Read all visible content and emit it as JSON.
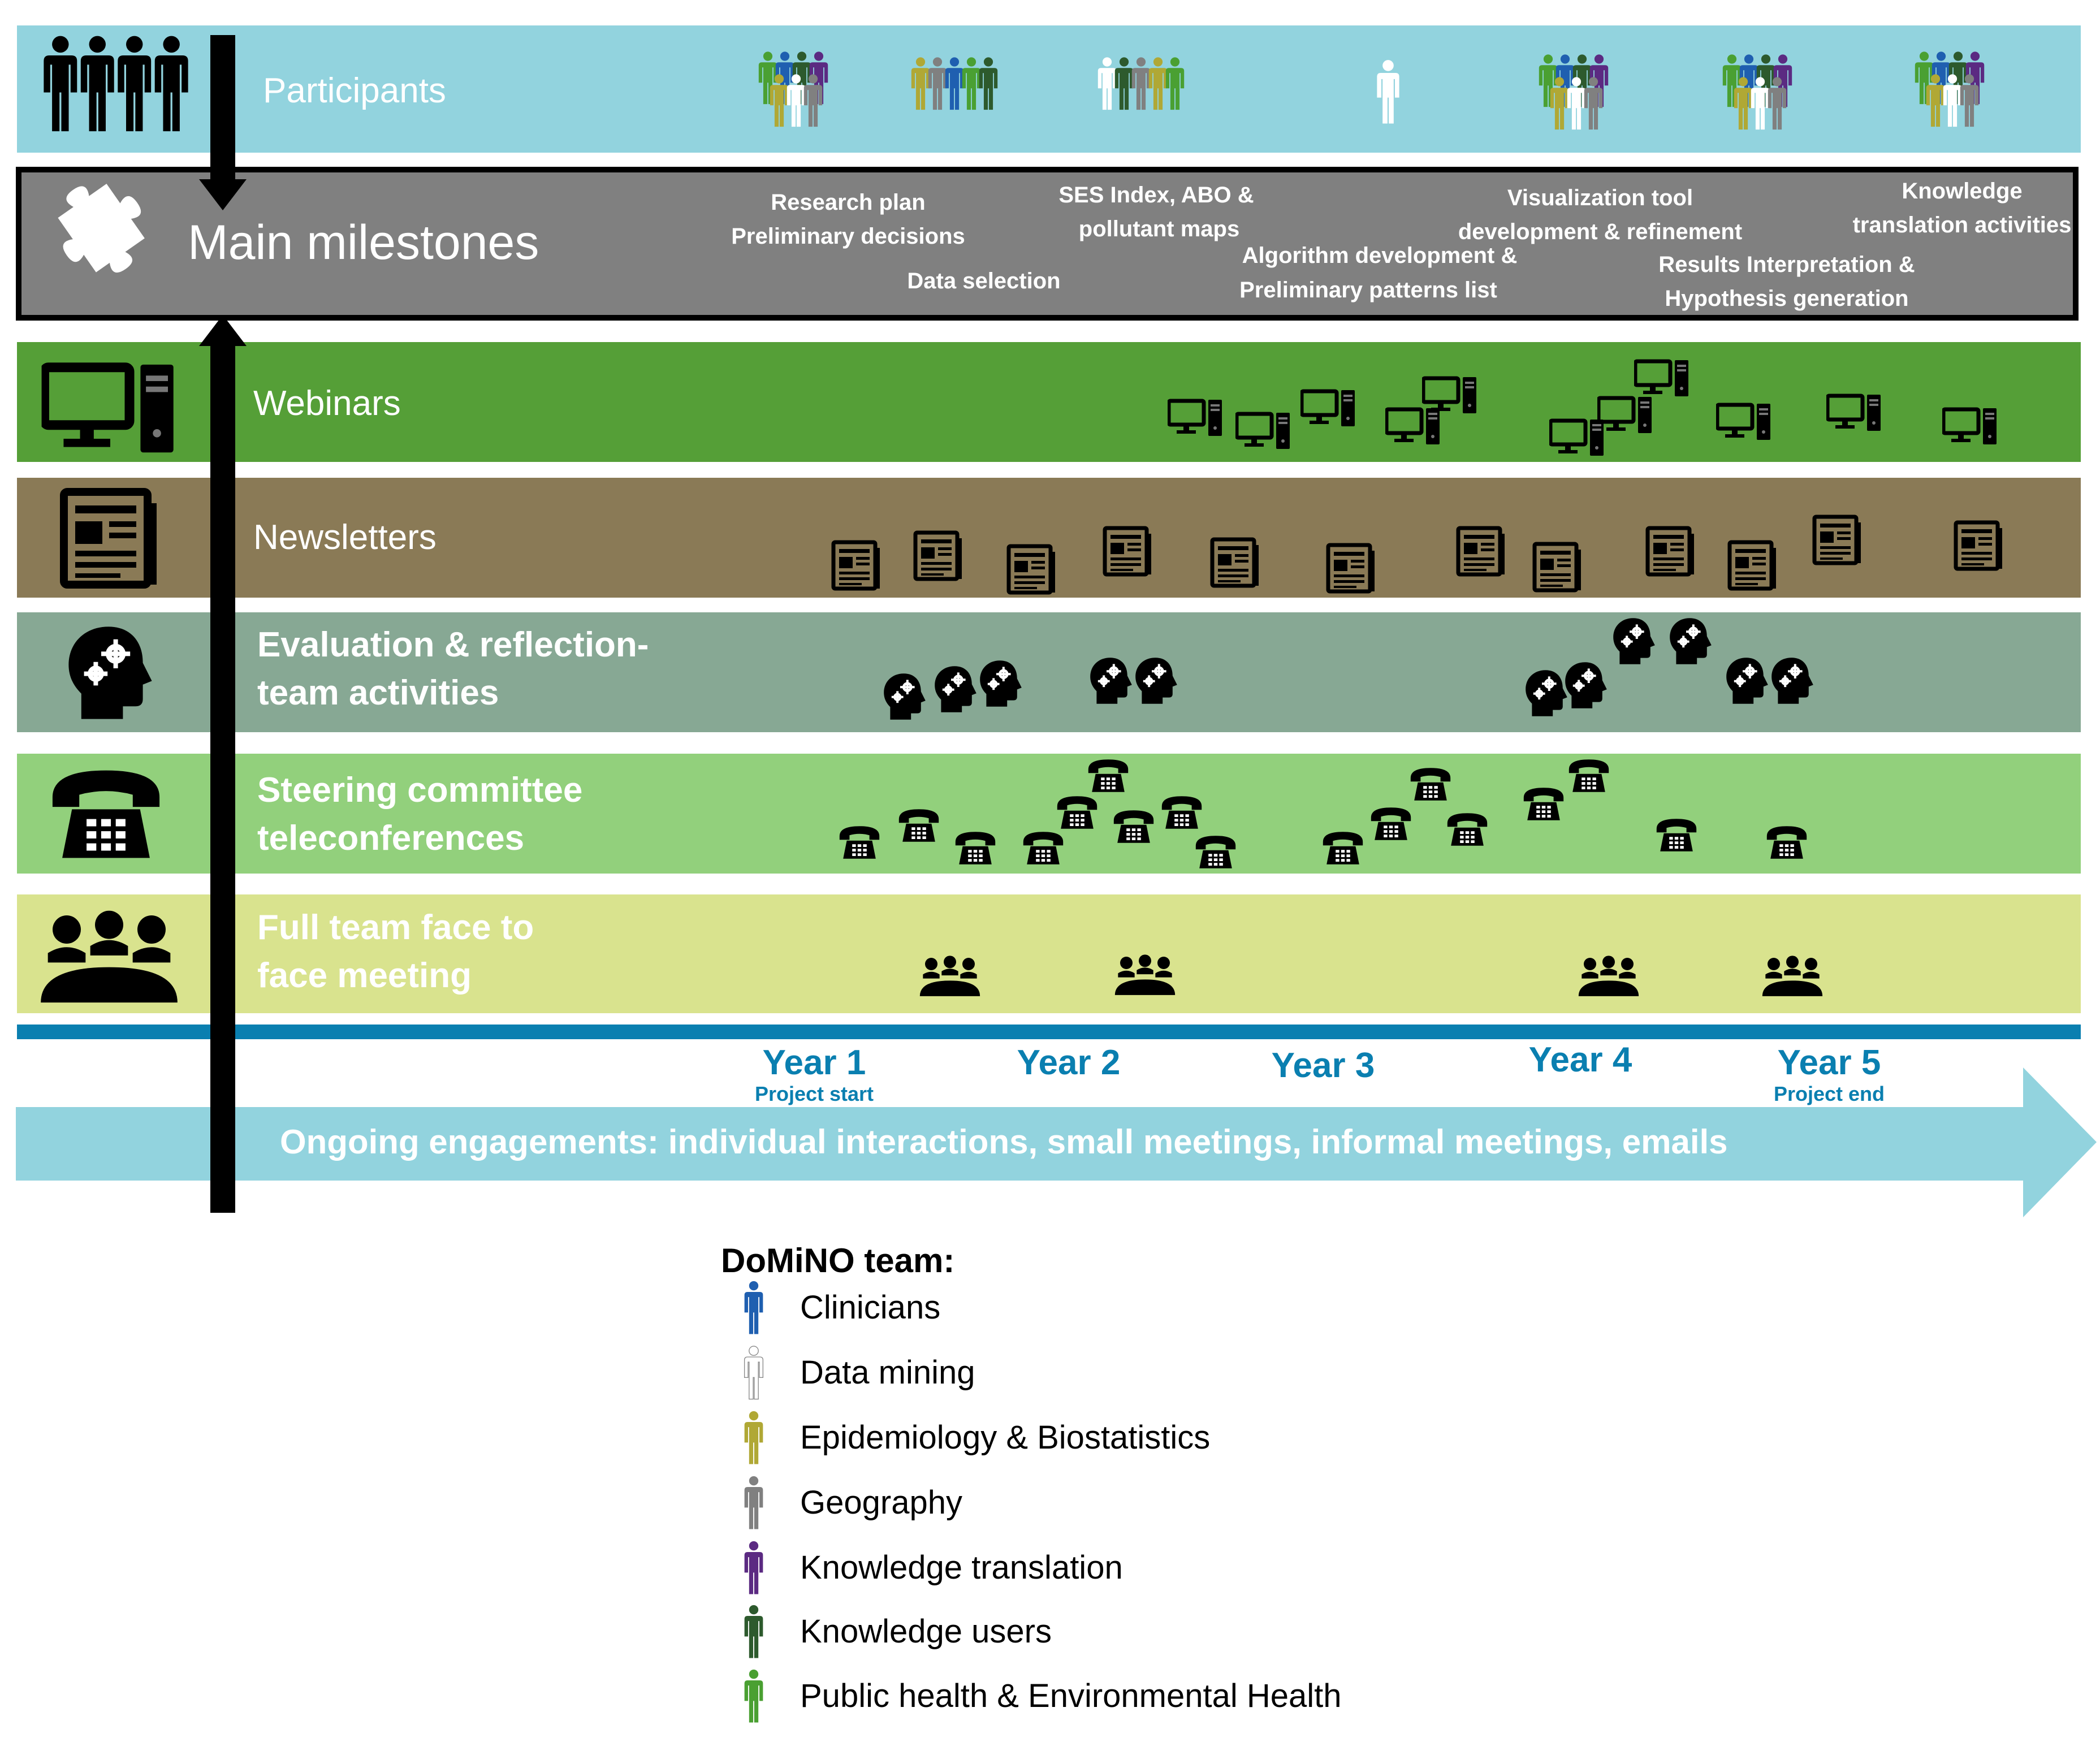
{
  "rows": {
    "participants": {
      "label": "Participants",
      "color": "#92d3de"
    },
    "milestones": {
      "label": "Main milestones",
      "color": "#808080",
      "items": [
        "Research plan",
        "Preliminary decisions",
        "Data selection",
        "SES Index, ABO &",
        "pollutant maps",
        "Algorithm development &",
        "Preliminary patterns list",
        "Visualization tool",
        "development & refinement",
        "Results Interpretation &",
        "Hypothesis generation",
        "Knowledge",
        "translation activities"
      ]
    },
    "webinars": {
      "label": "Webinars",
      "color": "#559f37"
    },
    "newsletters": {
      "label": "Newsletters",
      "color": "#8a7a56"
    },
    "evaluation": {
      "label_line1": "Evaluation & reflection-",
      "label_line2": "team activities",
      "color": "#87a894"
    },
    "steering": {
      "label_line1": "Steering committee",
      "label_line2": "teleconferences",
      "color": "#92d07c"
    },
    "fullteam": {
      "label_line1": "Full team face to",
      "label_line2": "face meeting",
      "color": "#d9e38e"
    }
  },
  "years": [
    {
      "label": "Year 1",
      "sub": "Project start"
    },
    {
      "label": "Year 2",
      "sub": ""
    },
    {
      "label": "Year 3",
      "sub": ""
    },
    {
      "label": "Year 4",
      "sub": ""
    },
    {
      "label": "Year 5",
      "sub": "Project end"
    }
  ],
  "ongoing": "Ongoing engagements: individual interactions, small meetings, informal meetings, emails",
  "legend": {
    "title": "DoMiNO team:",
    "items": [
      {
        "label": "Clinicians",
        "color": "#1f5fb0"
      },
      {
        "label": "Data mining",
        "color": "#ffffff"
      },
      {
        "label": "Epidemiology & Biostatistics",
        "color": "#b0a835"
      },
      {
        "label": "Geography",
        "color": "#808080"
      },
      {
        "label": "Knowledge translation",
        "color": "#5b2a82"
      },
      {
        "label": "Knowledge users",
        "color": "#2d5a2d"
      },
      {
        "label": "Public health & Environmental Health",
        "color": "#4aa032"
      }
    ]
  },
  "icons": {
    "participants": "people-group-icon",
    "milestones": "puzzle-piece-icon",
    "webinars": "computer-icon",
    "newsletters": "newspaper-icon",
    "evaluation": "head-gears-icon",
    "steering": "telephone-icon",
    "fullteam": "meeting-table-icon"
  }
}
